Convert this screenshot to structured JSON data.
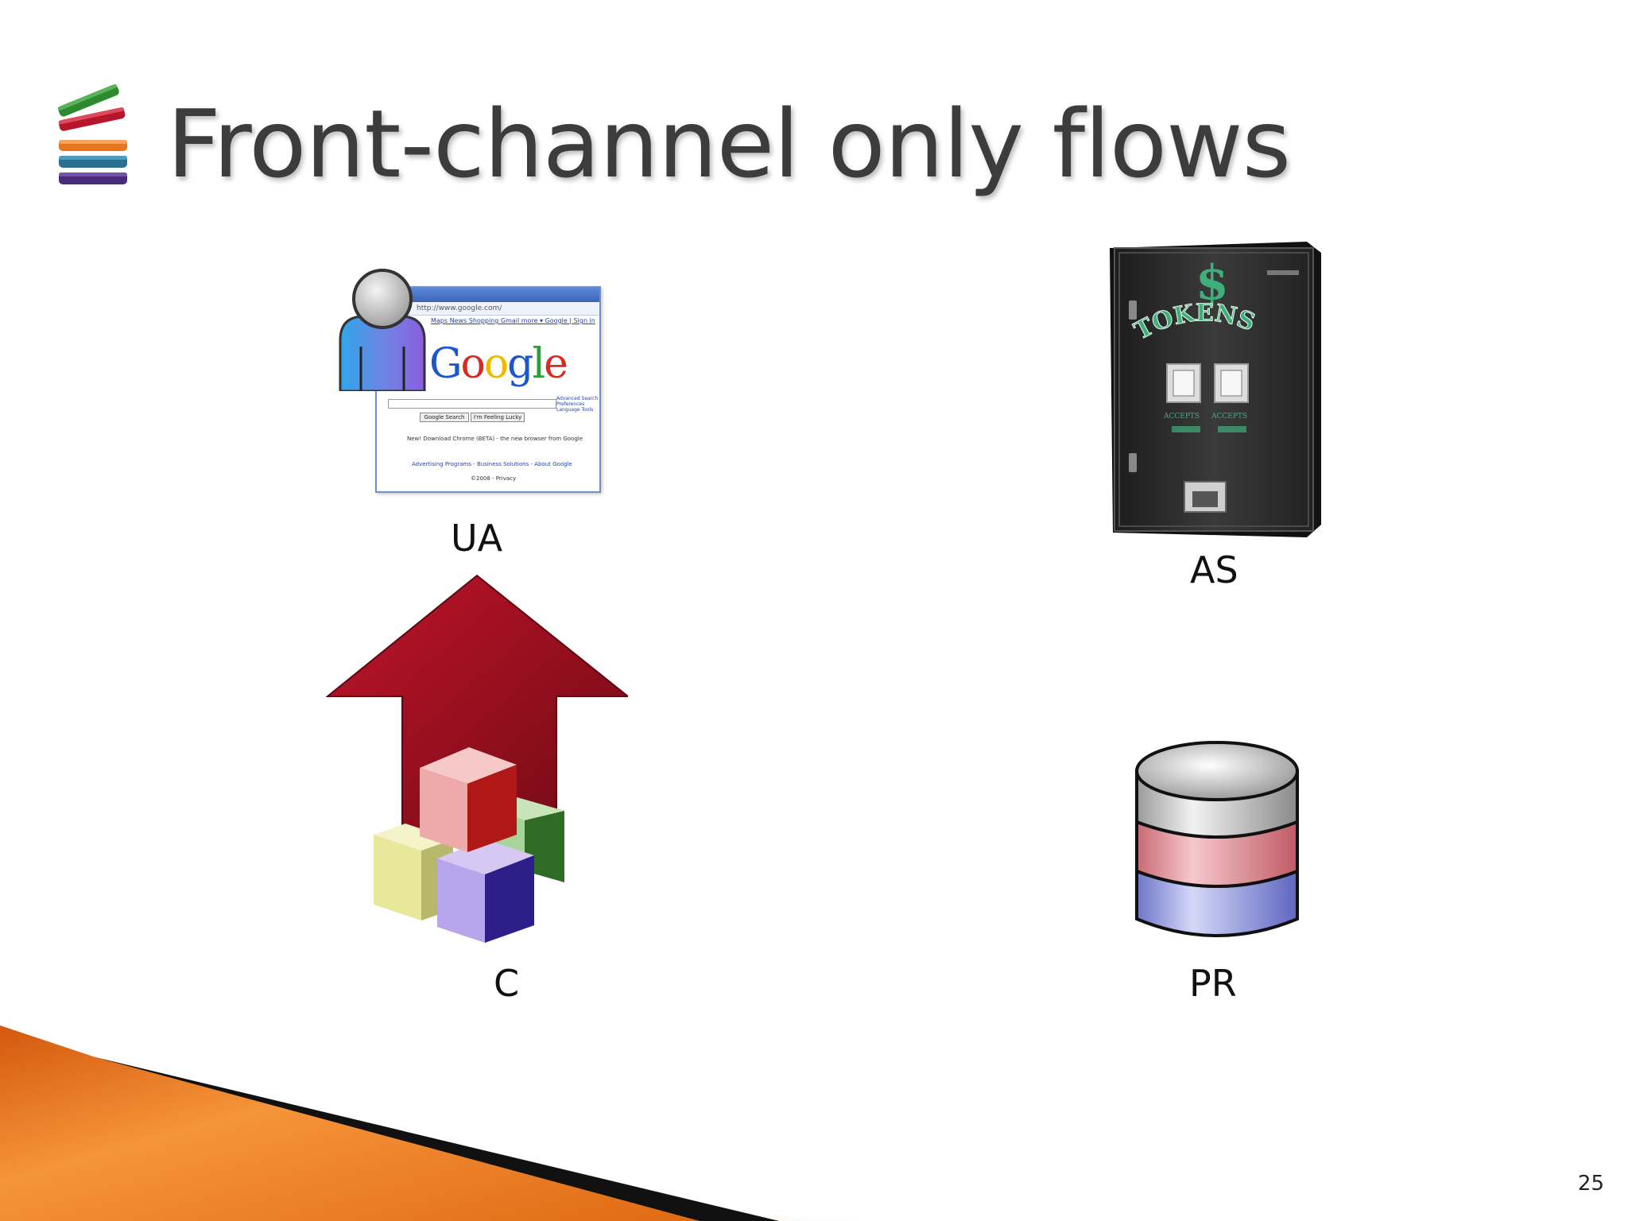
{
  "slide": {
    "title": "Front-channel only flows",
    "page_number": "25"
  },
  "nodes": {
    "ua": {
      "label": "UA"
    },
    "as": {
      "label": "AS"
    },
    "client": {
      "label": "C"
    },
    "pr": {
      "label": "PR"
    }
  },
  "browser_window": {
    "address": "http://www.google.com/",
    "nav_links": "Maps  News  Shopping  Gmail  more ▾      Google | Sign in",
    "logo": "Google",
    "search_button": "Google Search",
    "lucky_button": "I'm Feeling Lucky",
    "side_links": "Advanced Search\nPreferences\nLanguage Tools",
    "promo": "New! Download Chrome (BETA) - the new browser from Google",
    "footer_links": "Advertising Programs - Business Solutions - About Google",
    "copyright": "©2008 - Privacy"
  },
  "token_machine": {
    "symbol": "$",
    "sign": "TOKENS",
    "slot_label_left": "ACCEPTS",
    "slot_label_right": "ACCEPTS"
  },
  "colors": {
    "title_text": "#3c3c3c",
    "arrow": "#9a0f1f",
    "machine_body": "#2b2b2b",
    "token_text": "#3fae7a",
    "db_top": "#d8d8d8",
    "db_mid": "#e8a0a8",
    "db_bottom": "#a8b0ea",
    "footer_orange": "#e8741c"
  },
  "icons": [
    "books-icon",
    "user-icon",
    "browser-window-icon",
    "token-machine-icon",
    "up-arrow-icon",
    "cubes-icon",
    "database-icon"
  ]
}
